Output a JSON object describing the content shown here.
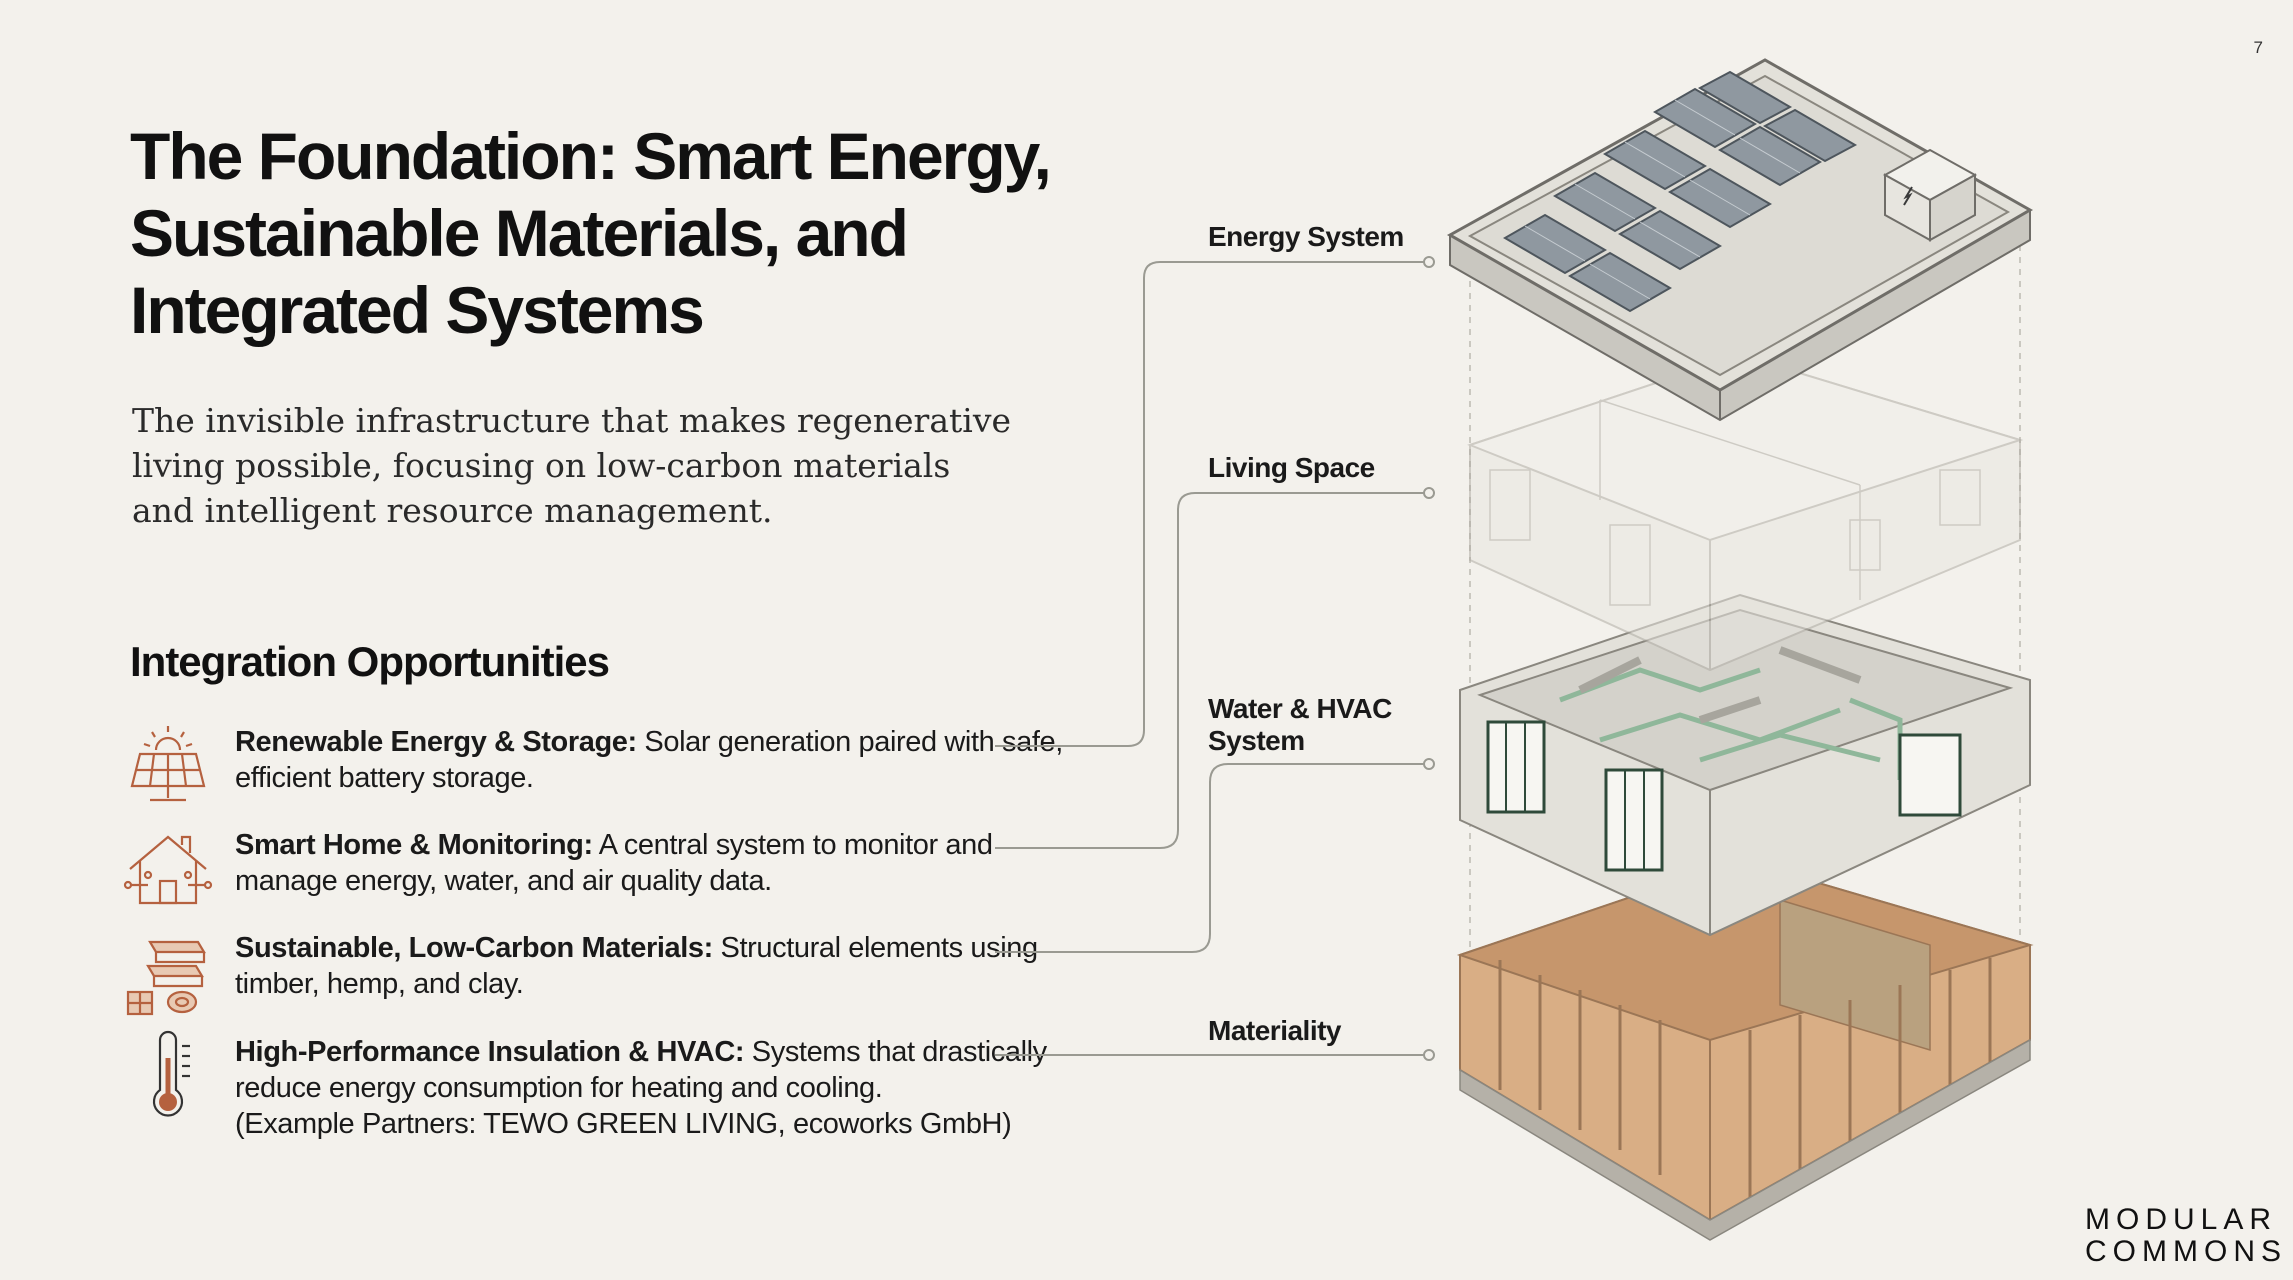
{
  "page_number": "7",
  "title": "The Foundation: Smart Energy, Sustainable Materials, and Integrated Systems",
  "subtitle": "The invisible infrastructure that makes regenerative living possible, focusing on low-carbon materials and intelligent resource management.",
  "section_heading": "Integration Opportunities",
  "items": [
    {
      "icon": "solar-panel-icon",
      "bold": "Renewable Energy & Storage:",
      "text": " Solar generation paired with safe, efficient battery storage."
    },
    {
      "icon": "smart-home-icon",
      "bold": "Smart Home & Monitoring:",
      "text": " A central system to monitor and manage energy, water, and air quality data."
    },
    {
      "icon": "timber-materials-icon",
      "bold": "Sustainable, Low-Carbon Materials:",
      "text": " Structural elements using timber, hemp, and clay."
    },
    {
      "icon": "thermometer-icon",
      "bold": "High-Performance Insulation & HVAC:",
      "text": " Systems that drastically reduce energy consumption for heating and cooling.",
      "extra": "(Example Partners: TEWO GREEN LIVING, ecoworks GmbH)"
    }
  ],
  "callouts": {
    "energy": "Energy System",
    "living": "Living Space",
    "water_line1": "Water & HVAC",
    "water_line2": "System",
    "materiality": "Materiality"
  },
  "logo": {
    "line1": "MODULAR",
    "line2": "COMMONS"
  },
  "colors": {
    "accent": "#b5613f",
    "timber": "#d9ae85",
    "pipe": "#8fb79a",
    "background": "#f3f1ec"
  }
}
